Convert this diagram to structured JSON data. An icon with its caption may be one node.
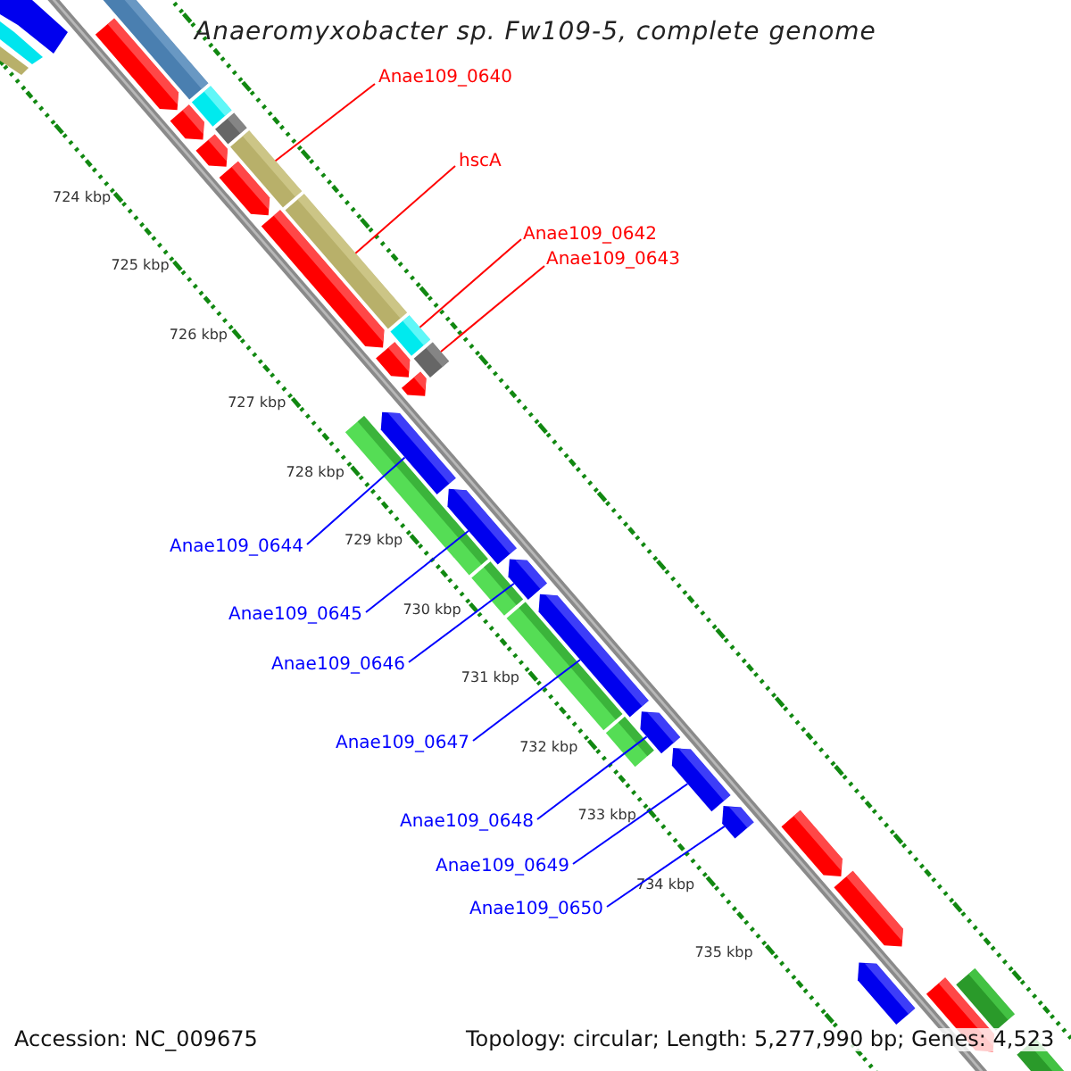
{
  "diagram": {
    "title": "Anaeromyxobacter sp. Fw109-5, complete genome",
    "nodes": [
      {
        "text": [
          "Anae109_0640"
        ]
      },
      {
        "text": [
          "hscA"
        ]
      },
      {
        "text": [
          "Anae109_0642"
        ]
      },
      {
        "text": [
          "Anae109_0643"
        ]
      },
      {
        "text": [
          "Anae109_0644"
        ]
      },
      {
        "text": [
          "Anae109_0645"
        ]
      },
      {
        "text": [
          "Anae109_0646"
        ]
      },
      {
        "text": [
          "Anae109_0647"
        ]
      },
      {
        "text": [
          "Anae109_0648"
        ]
      },
      {
        "text": [
          "Anae109_0649"
        ]
      },
      {
        "text": [
          "Anae109_0650"
        ]
      },
      {
        "text": [],
        "shape": "bar"
      },
      {
        "text": [],
        "shape": "bar"
      },
      {
        "text": [],
        "shape": "bar"
      },
      {
        "text": [],
        "shape": "bar"
      },
      {
        "text": [],
        "shape": "pentagon"
      },
      {
        "text": [],
        "shape": "pentagon"
      },
      {
        "text": [],
        "shape": "pentagon"
      },
      {
        "text": [],
        "shape": "pentagon"
      },
      {
        "text": [],
        "shape": "pentagon"
      },
      {
        "text": [],
        "shape": "pentagon"
      },
      {
        "text": [],
        "shape": "pentagon"
      },
      {
        "text": [],
        "shape": "bar"
      },
      {
        "text": [],
        "shape": "pentagon"
      }
    ],
    "edges": [
      {
        "from": 0,
        "to": 11,
        "arrow": "none",
        "color": "#ff0000"
      },
      {
        "from": 1,
        "to": 12,
        "arrow": "none",
        "color": "#ff0000"
      },
      {
        "from": 2,
        "to": 13,
        "arrow": "none",
        "color": "#ff0000"
      },
      {
        "from": 3,
        "to": 14,
        "arrow": "none",
        "color": "#ff0000"
      },
      {
        "from": 4,
        "to": 15,
        "arrow": "none",
        "color": "#0000ff"
      },
      {
        "from": 5,
        "to": 16,
        "arrow": "none",
        "color": "#0000ff"
      },
      {
        "from": 6,
        "to": 17,
        "arrow": "none",
        "color": "#0000ff"
      },
      {
        "from": 7,
        "to": 18,
        "arrow": "none",
        "color": "#0000ff"
      },
      {
        "from": 8,
        "to": 19,
        "arrow": "none",
        "color": "#0000ff"
      },
      {
        "from": 9,
        "to": 20,
        "arrow": "none",
        "color": "#0000ff"
      },
      {
        "from": 10,
        "to": 21,
        "arrow": "none",
        "color": "#0000ff"
      }
    ],
    "labels": [
      "724 kbp",
      "725 kbp",
      "726 kbp",
      "727 kbp",
      "728 kbp",
      "729 kbp",
      "730 kbp",
      "731 kbp",
      "732 kbp",
      "733 kbp",
      "734 kbp",
      "735 kbp",
      "Accession: NC_009675",
      "Topology: circular; Length: 5,277,990 bp; Genes: 4,523"
    ]
  }
}
